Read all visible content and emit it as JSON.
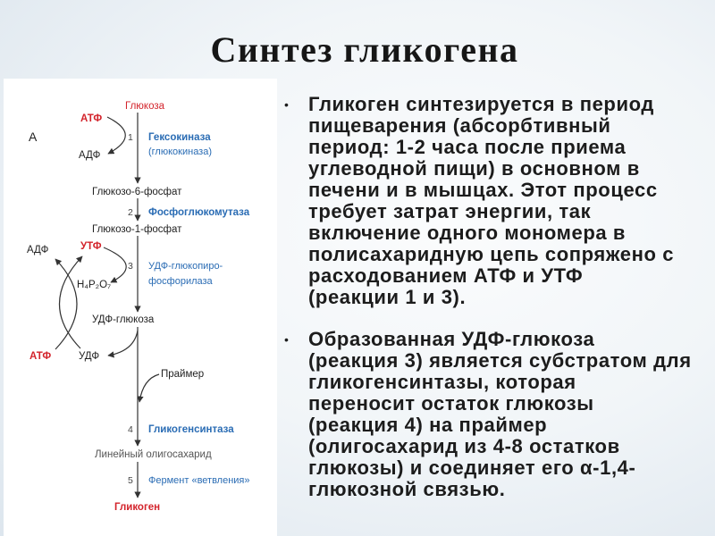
{
  "slide": {
    "title": "Синтез гликогена"
  },
  "diagram": {
    "label": "А",
    "metabolites": {
      "glucose": "Глюкоза",
      "g6p": "Глюкозо-6-фосфат",
      "g1p": "Глюкозо-1-фосфат",
      "udp_glucose": "УДФ-глюкоза",
      "primer": "Праймер",
      "linear_oligosaccharide": "Линейный олигосахарид",
      "glycogen": "Гликоген"
    },
    "cofactors": {
      "atp_top": "АТФ",
      "adp_top": "АДФ",
      "adp_left": "АДФ",
      "utp": "УТФ",
      "pyrophosphate": "H₄P₂O₇",
      "atp_left": "АТФ",
      "udp": "УДФ"
    },
    "steps": [
      {
        "number": "1",
        "enzyme": [
          "Гексокиназа",
          "(глюкокиназа)"
        ]
      },
      {
        "number": "2",
        "enzyme": [
          "Фосфоглюкомутаза"
        ]
      },
      {
        "number": "3",
        "enzyme": [
          "УДФ-глюкопиро-",
          "фосфорилаза"
        ]
      },
      {
        "number": "4",
        "enzyme": [
          "Гликогенсинтаза"
        ]
      },
      {
        "number": "5",
        "enzyme": [
          "Фермент «ветвления»"
        ]
      }
    ]
  },
  "bullet_mark": "•",
  "bullets": [
    {
      "lines": [
        "Гликоген синтезируется в период",
        "пищеварения (абсорбтивный",
        "период: 1-2 часа после приема",
        "углеводной пищи) в основном в",
        "печени и в мышцах. Этот процесс",
        "требует затрат энергии, так",
        "включение одного мономера в",
        "полисахаридную цепь сопряжено с",
        "расходованием АТФ и УТФ",
        "(реакции 1 и 3)."
      ]
    },
    {
      "lines": [
        "Образованная УДФ-глюкоза",
        "(реакция 3) является субстратом для",
        "гликогенсинтазы, которая",
        "переносит остаток глюкозы",
        "(реакция 4) на праймер",
        "(олигосахарид из 4-8 остатков",
        "глюкозы) и соединяет его α-1,4-",
        "глюкозной связью."
      ]
    }
  ],
  "colors": {
    "text": "#1c1c1c",
    "panel": "#ffffff",
    "highlight_red": "#d3232b",
    "enzyme_blue": "#2a6cb4"
  }
}
